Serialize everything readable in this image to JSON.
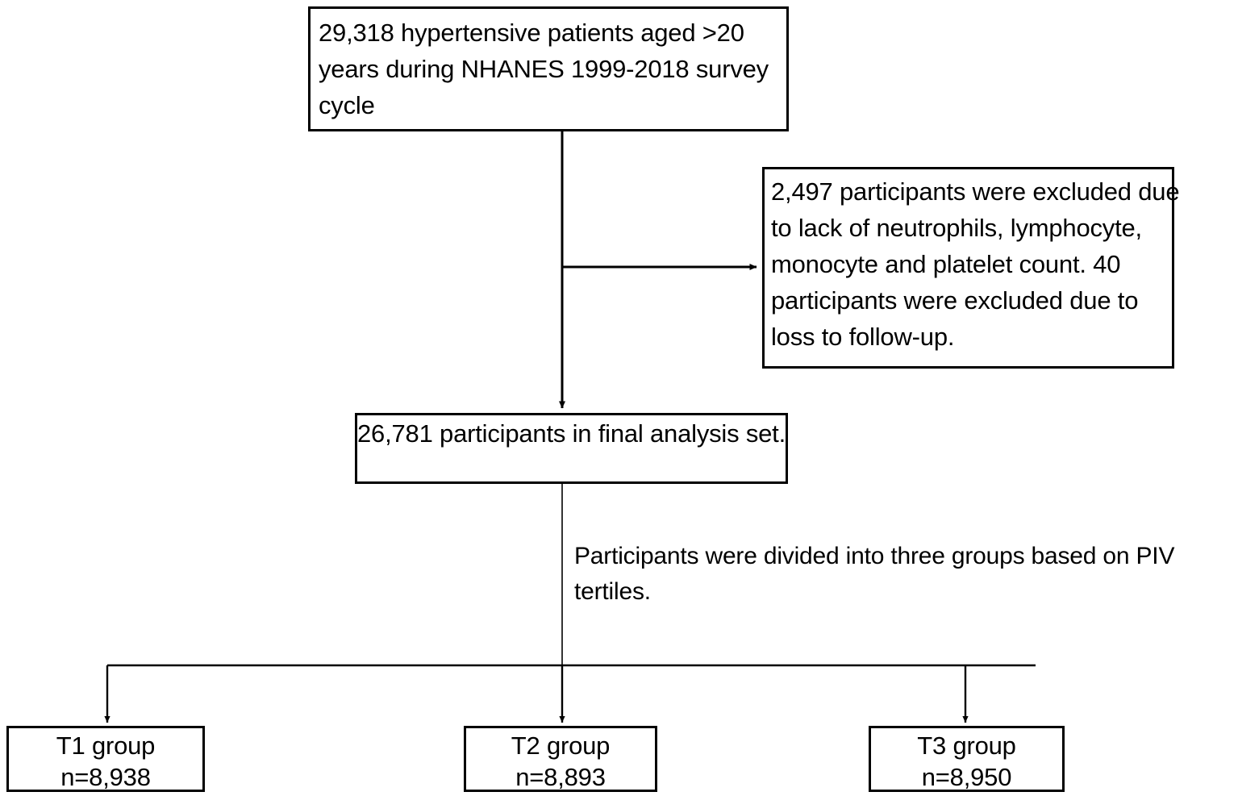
{
  "diagram": {
    "title": "Participant selection flow diagram",
    "type": "flowchart",
    "line_color": "#000000",
    "background_color": "#ffffff",
    "nodes": {
      "source_cohort": {
        "text": "29,318 hypertensive patients aged >20 years during NHANES 1999-2018 survey cycle",
        "count": "29,318"
      },
      "exclusion": {
        "text": "2,497 participants were excluded due to lack of neutrophils, lymphocyte, monocyte and platelet count. 40 participants were excluded due to loss to follow-up.",
        "count_lab": "2,497",
        "count_followup": "40"
      },
      "final_set": {
        "text": "26,781 participants in final analysis set.",
        "count": "26,781"
      },
      "split_note": {
        "text": "Participants were divided into three groups based on PIV tertiles."
      }
    },
    "groups": [
      {
        "label": "T1 group",
        "n": "n=8,938"
      },
      {
        "label": "T2 group",
        "n": "n=8,893"
      },
      {
        "label": "T3 group",
        "n": "n=8,950"
      }
    ]
  }
}
